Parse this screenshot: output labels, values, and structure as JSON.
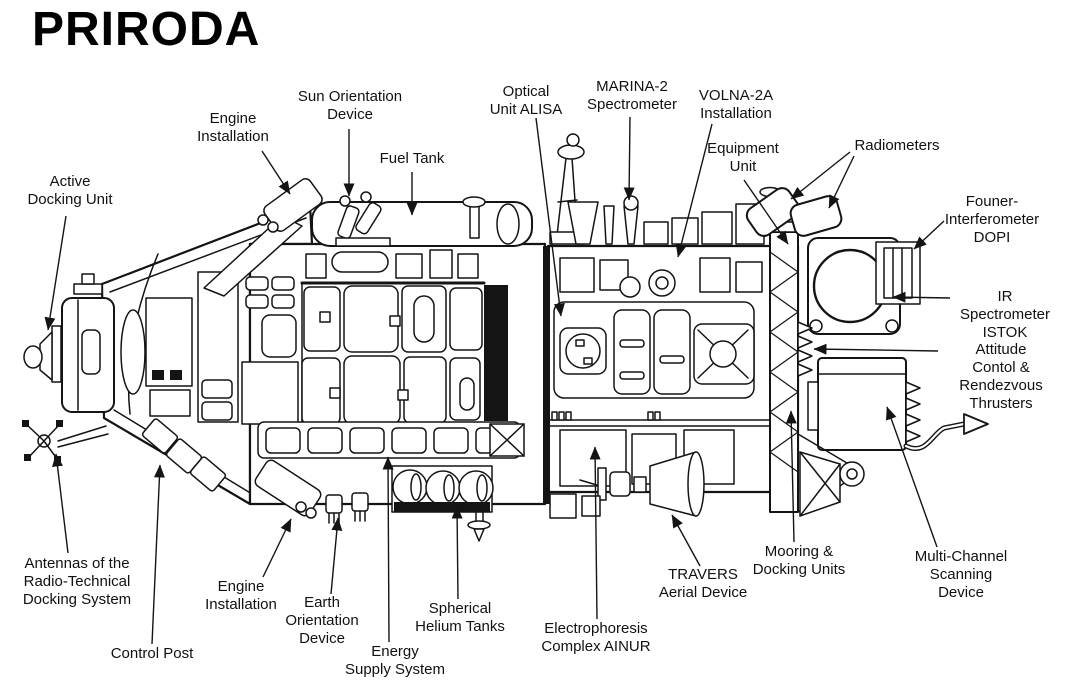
{
  "title": "PRIRODA",
  "colors": {
    "ink": "#141414",
    "paper": "#ffffff"
  },
  "labels": {
    "active_docking_unit": "Active\nDocking Unit",
    "engine_installation_top": "Engine\nInstallation",
    "sun_orientation_device": "Sun Orientation\nDevice",
    "fuel_tank": "Fuel Tank",
    "optical_unit_alisa": "Optical\nUnit ALISA",
    "marina_2_spectrometer": "MARINA-2\nSpectrometer",
    "volna_2a_installation": "VOLNA-2A\nInstallation",
    "equipment_unit": "Equipment\nUnit",
    "radiometers": "Radiometers",
    "founer_interferometer_dopi": "Founer-\nInterferometer\nDOPI",
    "ir_spectrometer_istok": "IR Spectrometer\nISTOK",
    "attitude_control_rendezvous_thrusters": "Attitude Contol &\nRendezvous\nThrusters",
    "multi_channel_scanning_device": "Multi-Channel\nScanning Device",
    "mooring_docking_units": "Mooring &\nDocking Units",
    "travers_aerial_device": "TRAVERS\nAerial Device",
    "electrophoresis_complex_ainur": "Electrophoresis\nComplex AINUR",
    "spherical_helium_tanks": "Spherical\nHelium Tanks",
    "energy_supply_system": "Energy\nSupply System",
    "earth_orientation_device": "Earth\nOrientation\nDevice",
    "engine_installation_bottom": "Engine\nInstallation",
    "control_post": "Control Post",
    "antennas_rtds": "Antennas of the\nRadio-Technical\nDocking System"
  }
}
